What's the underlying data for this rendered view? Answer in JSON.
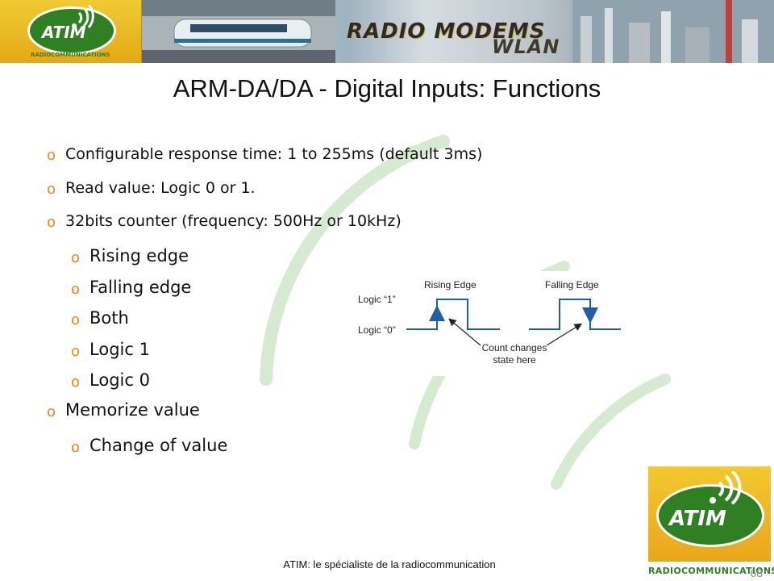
{
  "banner": {
    "logo_text": "ATIM",
    "logo_subtext": "RADIOCOMMUNICATIONS",
    "title_line1": "RADIO MODEMS",
    "title_line2": "WLAN"
  },
  "slide": {
    "title": "ARM-DA/DA - Digital Inputs: Functions",
    "bullets": [
      {
        "text": "Configurable response time: 1 to 255ms (default 3ms)"
      },
      {
        "text": "Read value: Logic 0 or 1."
      },
      {
        "text": "32bits counter (frequency: 500Hz or 10kHz)"
      },
      {
        "text": "Rising edge"
      },
      {
        "text": "Falling edge"
      },
      {
        "text": "Both"
      },
      {
        "text": "Logic 1"
      },
      {
        "text": "Logic 0"
      },
      {
        "text": "Memorize value"
      },
      {
        "text": "Change  of value"
      }
    ],
    "bullet_marker": "o"
  },
  "diagram": {
    "rising_label": "Rising Edge",
    "falling_label": "Falling Edge",
    "logic1_label": "Logic “1”",
    "logic0_label": "Logic “0”",
    "note_line1": "Count changes",
    "note_line2": "state here",
    "signal_color": "#1f5fa8"
  },
  "footer": {
    "text": "ATIM: le spécialiste de la radiocommunication",
    "page": "68"
  },
  "logo_bottom": {
    "text": "ATIM",
    "subtext": "RADIOCOMMUNICATIONS"
  },
  "colors": {
    "accent_orange": "#e28a14",
    "logo_green": "#2f7f23",
    "logo_yellow": "#f0c22a",
    "arc_green": "#d6ead2"
  }
}
